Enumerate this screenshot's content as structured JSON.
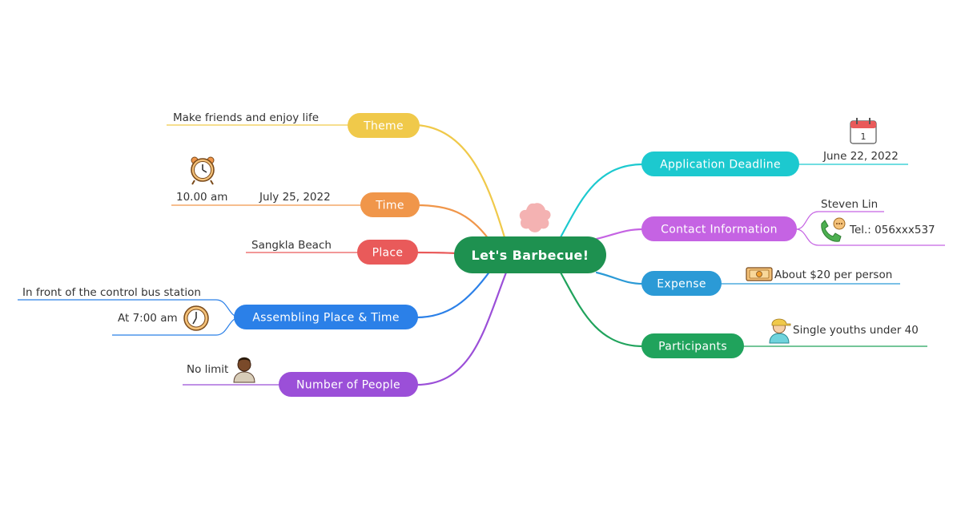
{
  "center": {
    "label": "Let's Barbecue!",
    "color": "#1e9150"
  },
  "topics": {
    "theme": {
      "label": "Theme",
      "color": "#f0c94a",
      "details": [
        "Make friends and enjoy life"
      ]
    },
    "time": {
      "label": "Time",
      "color": "#f0964a",
      "details": [
        "July 25, 2022",
        "10.00 am"
      ],
      "icon": "alarm-clock-icon"
    },
    "place": {
      "label": "Place",
      "color": "#e95a5a",
      "details": [
        "Sangkla Beach"
      ]
    },
    "assembling": {
      "label": "Assembling Place & Time",
      "color": "#2b80e8",
      "details": [
        "In front of the control bus station",
        "At 7:00 am"
      ],
      "icon": "clock-icon"
    },
    "people_count": {
      "label": "Number of People",
      "color": "#9b4fd8",
      "details": [
        "No limit"
      ],
      "icon": "person-avatar-icon"
    },
    "deadline": {
      "label": "Application Deadline",
      "color": "#1cc9cf",
      "details": [
        "June 22, 2022"
      ],
      "icon": "calendar-icon",
      "calendar_day": "1"
    },
    "contact": {
      "label": "Contact Information",
      "color": "#c563e3",
      "details": [
        "Steven Lin",
        "Tel.: 056xxx537"
      ],
      "icon": "phone-chat-icon"
    },
    "expense": {
      "label": "Expense",
      "color": "#2b9ad6",
      "details": [
        "About $20 per person"
      ],
      "icon": "money-icon"
    },
    "participants": {
      "label": "Participants",
      "color": "#20a35c",
      "details": [
        "Single youths under 40"
      ],
      "icon": "youth-avatar-icon"
    }
  }
}
